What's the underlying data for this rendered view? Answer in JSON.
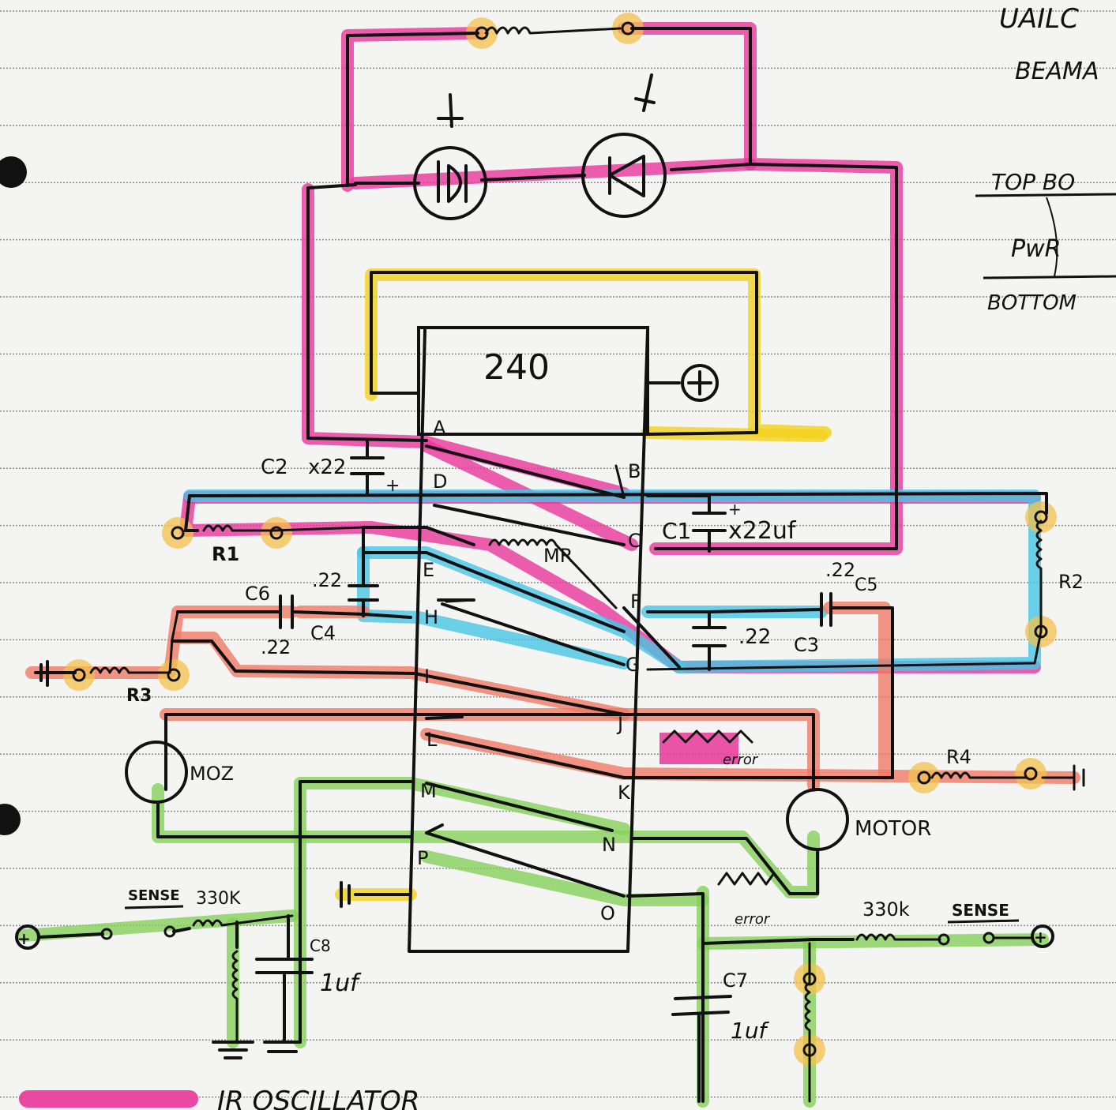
{
  "colors": {
    "paper": "#f4f4f2",
    "rule": "#8a8a8a",
    "ink": "#111111",
    "magenta": "#e8379a",
    "cyan": "#49c6e3",
    "yellow": "#f2d21b",
    "salmon": "#ef7a66",
    "green": "#86d15a",
    "orange": "#f3c24c"
  },
  "header_text": [
    "UAILC",
    "BEAMA"
  ],
  "legend_right": {
    "top": "TOP BO",
    "middle": "PwR",
    "bottom": "BOTTOM"
  },
  "chip": {
    "name": "240",
    "pins_left": [
      "A",
      "D",
      "E",
      "H",
      "I",
      "L",
      "M",
      "P"
    ],
    "pins_right": [
      "B",
      "C",
      "F",
      "G",
      "J",
      "K",
      "N",
      "O"
    ]
  },
  "labels": {
    "c2": "C2",
    "c2_value": "x22",
    "c1": "C1",
    "c1_value": "x22uf",
    "r1": "R1",
    "mr": "MR",
    "c6": "C6",
    "c6_value": ".22",
    "c4": "C4",
    "c4_value": ".22",
    "c5": "C5",
    "c5_value": ".22",
    "c3": "C3",
    "c3_value": ".22",
    "r2": "R2",
    "r3": "R3",
    "r4": "R4",
    "mot_left": "MOZ",
    "motor_right": "MOTOR",
    "error_top": "error",
    "error_bottom": "error",
    "sense_left": "SENSE",
    "sense_left_value": "330K",
    "sense_right": "SENSE",
    "sense_right_value": "330k",
    "c8": "C8",
    "c8_value": "1uf",
    "c7": "C7",
    "c7_value": "1uf",
    "plus_chip": "+",
    "plus_left": "+",
    "plus_right": "+"
  },
  "footer_legend": "IR OSCILLATOR"
}
